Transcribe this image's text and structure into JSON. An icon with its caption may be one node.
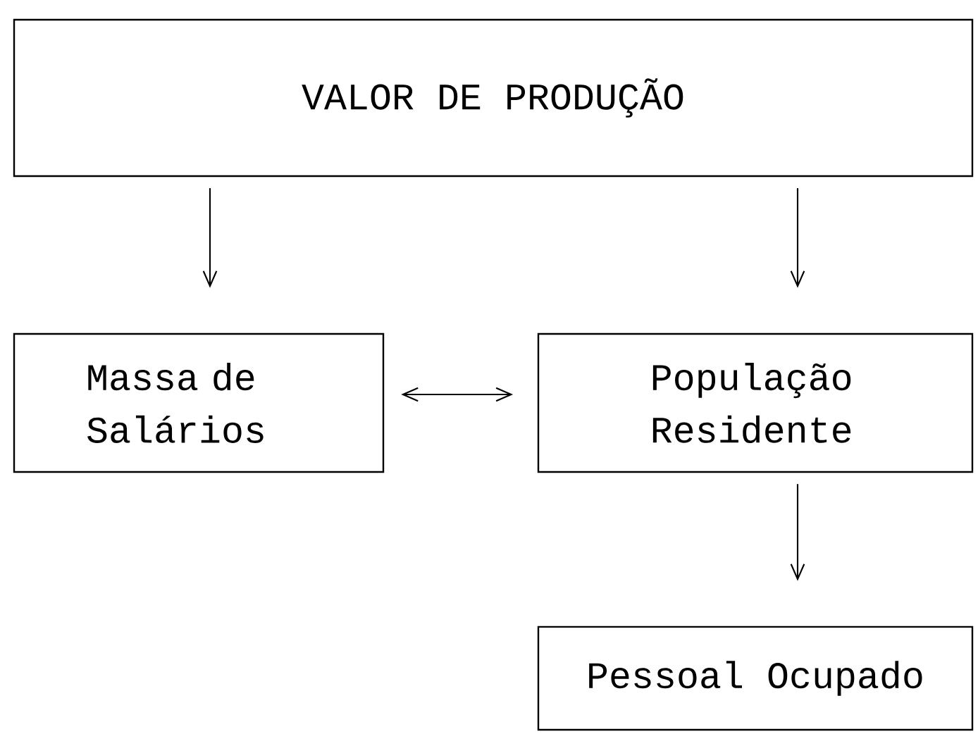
{
  "diagram": {
    "nodes": [
      {
        "text": [
          "VALOR DE PRODUÇÃO"
        ]
      },
      {
        "text": [
          "Massa de Salários"
        ]
      },
      {
        "text": [
          "População Residente"
        ]
      },
      {
        "text": [
          "Pessoal Ocupado"
        ]
      }
    ],
    "edges": [
      {
        "from": 0,
        "to": 1,
        "arrow": "to"
      },
      {
        "from": 0,
        "to": 2,
        "arrow": "to"
      },
      {
        "from": 1,
        "to": 2,
        "arrow": "both"
      },
      {
        "from": 2,
        "to": 3,
        "arrow": "to"
      }
    ]
  }
}
